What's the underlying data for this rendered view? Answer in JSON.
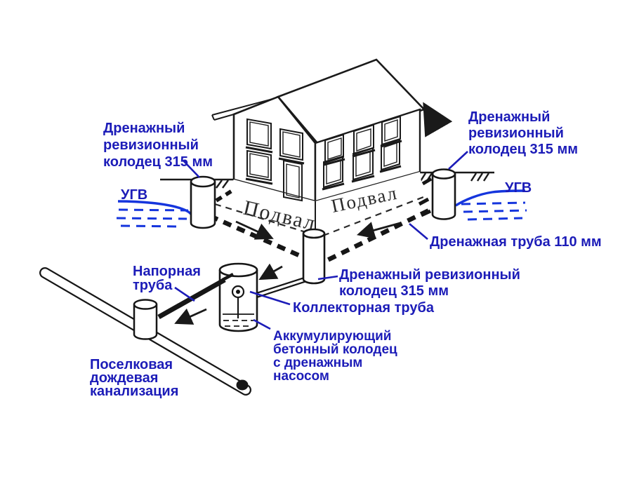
{
  "diagram": {
    "type": "drainage-system-scheme",
    "colors": {
      "label_blue": "#1c1cb8",
      "water_blue": "#1535dd",
      "line_black": "#1a1a1a",
      "background": "#ffffff"
    },
    "labels": {
      "left_well": [
        "Дренажный",
        "ревизионный",
        "колодец 315 мм"
      ],
      "right_well": [
        "Дренажный",
        "ревизионный",
        "колодец 315 мм"
      ],
      "center_well": [
        "Дренажный ревизионный",
        "колодец 315 мм"
      ],
      "drain_pipe": "Дренажная труба 110 мм",
      "collector_pipe": "Коллекторная труба",
      "accumulator": [
        "Аккумулирующий",
        "бетонный колодец",
        "с дренажным",
        "насосом"
      ],
      "pressure_pipe": [
        "Напорная",
        "труба"
      ],
      "sewer": [
        "Поселковая",
        "дождевая",
        "канализация"
      ],
      "groundwater_left": "УГВ",
      "groundwater_right": "УГВ",
      "basement_left": "Подвал",
      "basement_right": "Подвал"
    }
  }
}
